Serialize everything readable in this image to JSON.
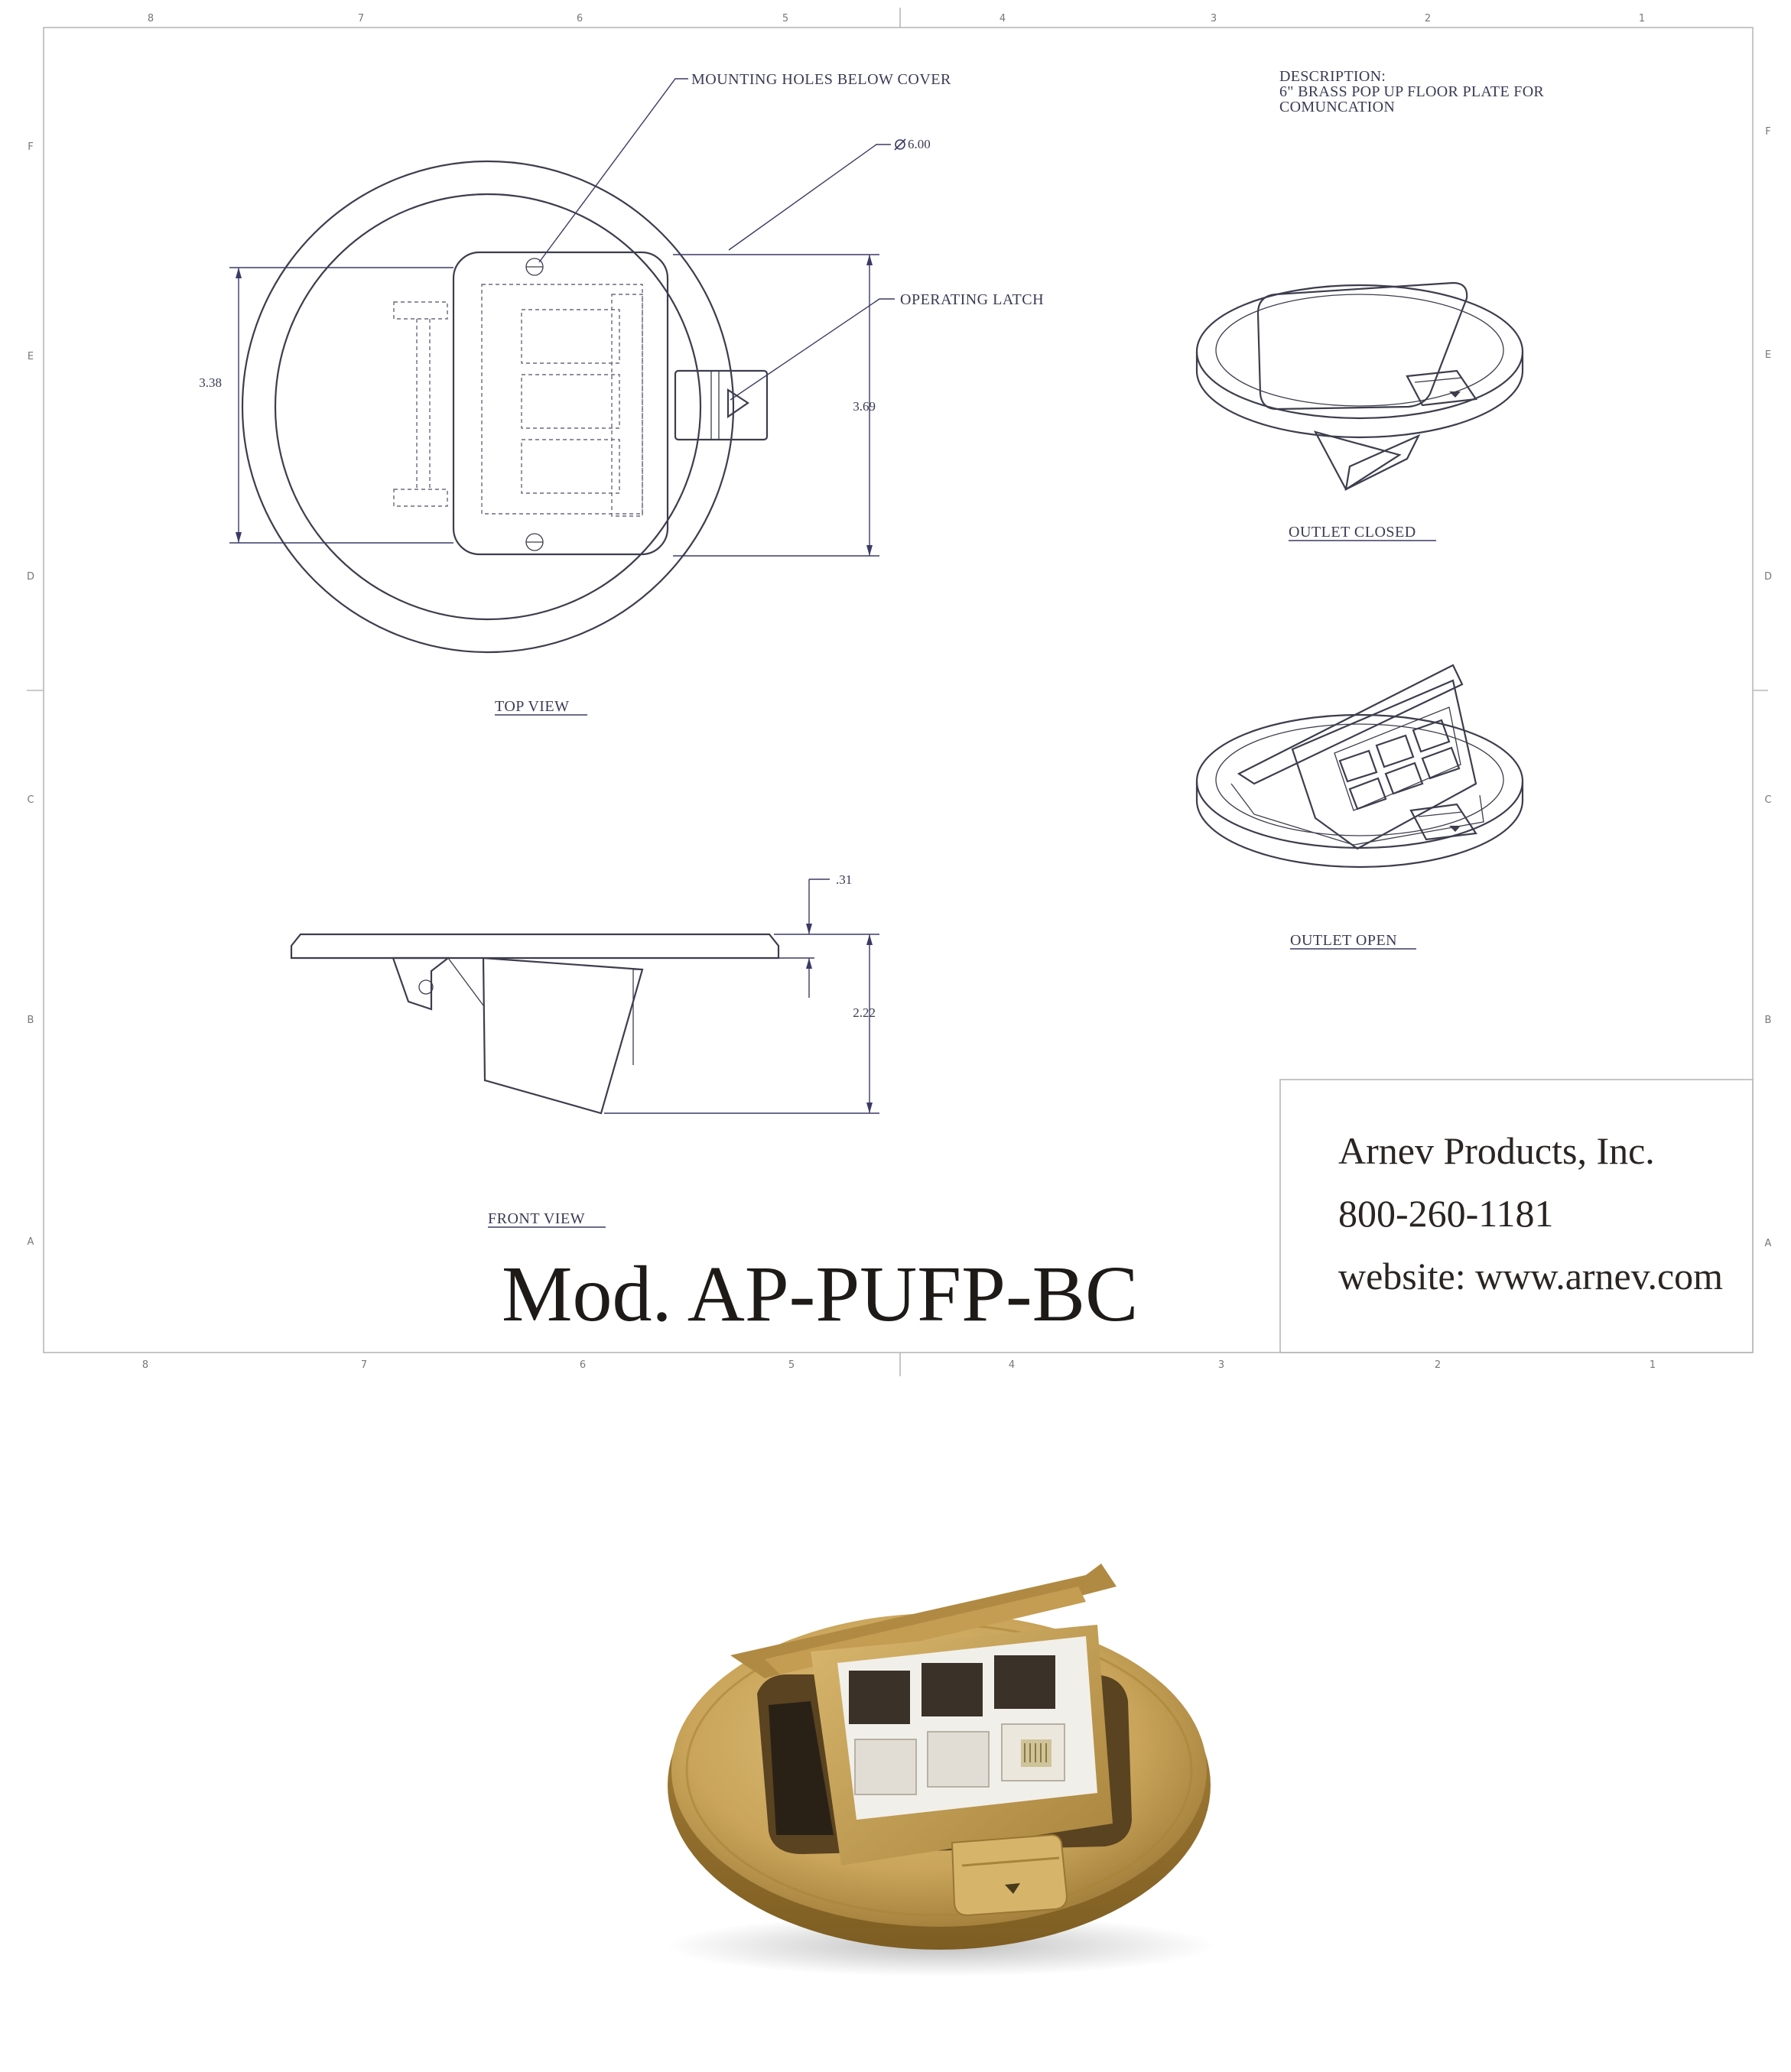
{
  "grid": {
    "columns": [
      "8",
      "7",
      "6",
      "5",
      "4",
      "3",
      "2",
      "1"
    ],
    "rows": [
      "F",
      "E",
      "D",
      "C",
      "B",
      "A"
    ]
  },
  "callouts": {
    "mounting_holes": "MOUNTING HOLES BELOW COVER",
    "diameter": "6.00",
    "operating_latch": "OPERATING LATCH"
  },
  "dimensions": {
    "width": "3.38",
    "height": "3.69",
    "plate_thickness": ".31",
    "depth": "2.22"
  },
  "description": {
    "line1": "DESCRIPTION:",
    "line2": "6\" BRASS POP UP FLOOR PLATE FOR",
    "line3": "COMUNCATION"
  },
  "views": {
    "top": "TOP VIEW",
    "front": "FRONT VIEW",
    "closed": "OUTLET CLOSED",
    "open": "OUTLET OPEN"
  },
  "title_block": {
    "company": "Arnev Products, Inc.",
    "phone": "800-260-1181",
    "website": "website: www.arnev.com"
  },
  "model": "Mod. AP-PUFP-BC",
  "colors": {
    "brass": "#c9a45a",
    "brass_dark": "#8a6a2c",
    "line": "#3d3d4d"
  }
}
